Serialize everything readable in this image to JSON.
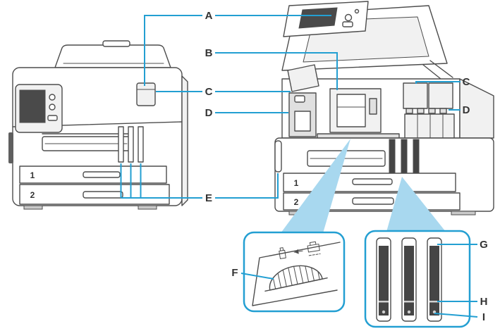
{
  "figure": {
    "type": "printer-parts-diagram",
    "callouts": {
      "a": "A",
      "b": "B",
      "c_mid": "C",
      "d_mid": "D",
      "e": "E",
      "f": "F",
      "c_right": "C",
      "d_right": "D",
      "g": "G",
      "h": "H",
      "i": "I"
    },
    "cassette_labels": {
      "closed_top": "1",
      "closed_bottom": "2",
      "open_top": "1",
      "open_bottom": "2"
    },
    "lever_inset": {
      "icons": [
        "ink-bottle-icon",
        "arrow-left-icon",
        "printer-icon"
      ]
    },
    "colors": {
      "callout": "#239fd2",
      "arrow_fill": "#a8d8ef",
      "letter": "#333333",
      "ink_dark": "#454545",
      "line_art": "#4d4d4d"
    }
  }
}
